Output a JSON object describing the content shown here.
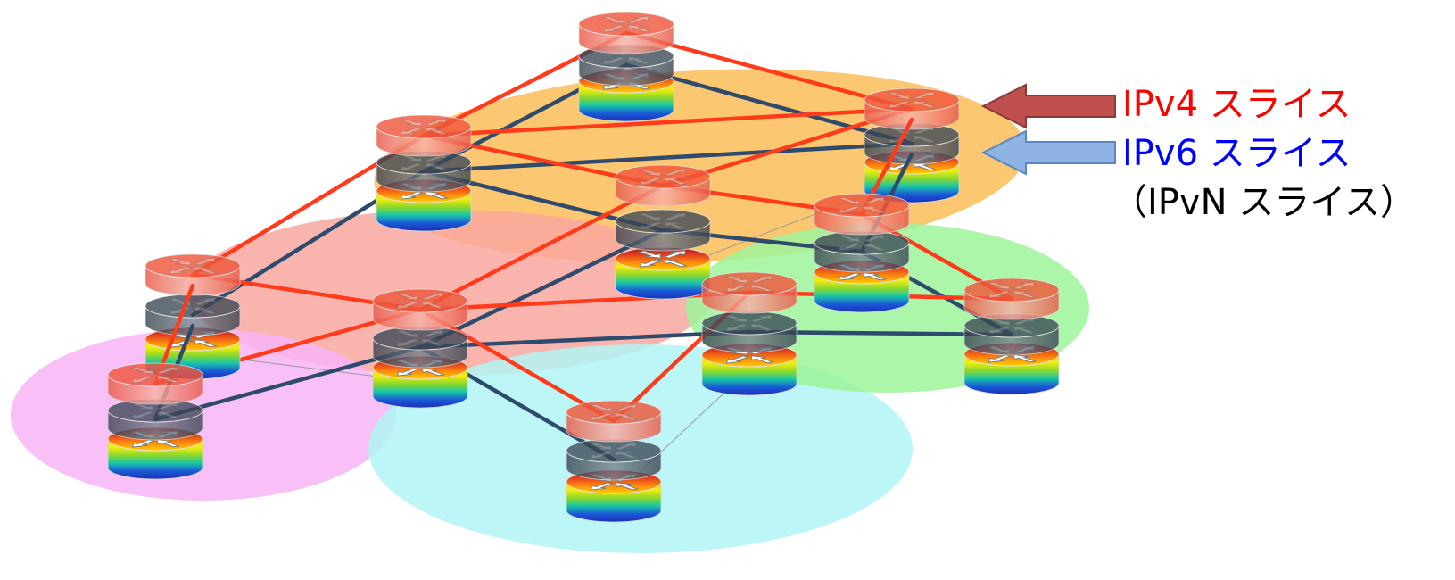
{
  "legend": {
    "ipv4": {
      "label": "IPv4 スライス",
      "text_color": "#ff0000",
      "arrow_icon": "left-arrow-icon",
      "arrow_color": "#c0504d",
      "arrow_border": "#8c3a37"
    },
    "ipv6": {
      "label": "IPv6 スライス",
      "text_color": "#0000ff",
      "arrow_icon": "left-arrow-icon",
      "arrow_color": "#8db4e2",
      "arrow_border": "#5b87c0"
    },
    "ipvn": {
      "label": "（IPvN スライス）",
      "text_color": "#000000"
    }
  },
  "links": {
    "ipv4_color": "#ff3b1c",
    "ipv6_color": "#2e4a6c",
    "physical_color": "#9a9a9a"
  },
  "router": {
    "icon": "router-icon",
    "ipv4_top_color": "#f0583c",
    "ipv4_side_gradient": [
      "#e95a48",
      "#f7b2a8",
      "#e95a48"
    ],
    "ipv6_top_color": "#3b4756",
    "ipv6_side_gradient": [
      "#36414e",
      "#77808b",
      "#36414e"
    ],
    "base_top_gradient": [
      "#a8161a",
      "#e2401e",
      "#ff8c0a",
      "#ffd000"
    ],
    "base_side_gradient": [
      "#ffd400",
      "#f2ee10",
      "#8fd82a",
      "#18c6a6",
      "#1a5ad8",
      "#1a2fb5"
    ]
  },
  "regions": {
    "colors": [
      "#fbbd58",
      "#f9a7a0",
      "#f8b4f6",
      "#b0f4f4",
      "#9cf49a"
    ]
  }
}
